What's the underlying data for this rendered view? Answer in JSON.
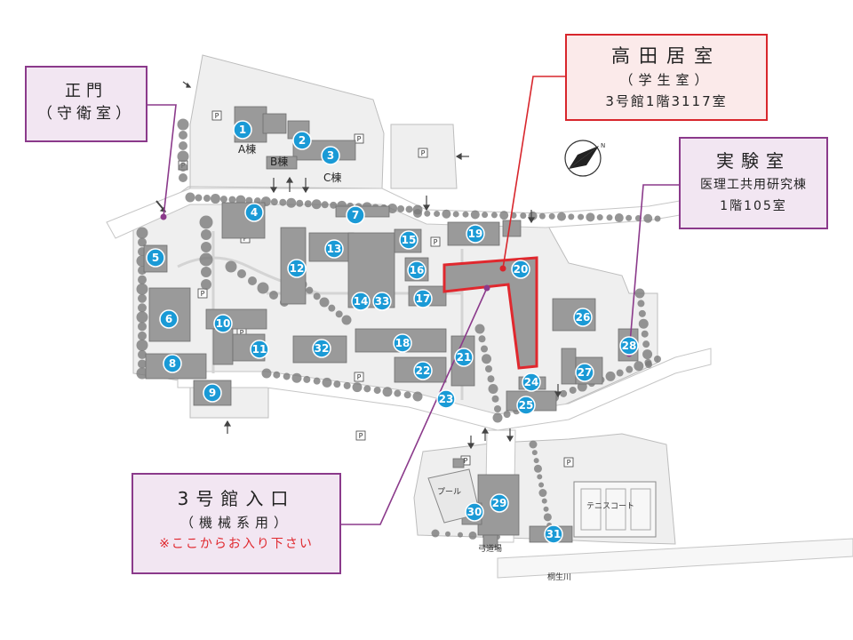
{
  "callouts": {
    "main_gate": {
      "line1": "正門",
      "line2": "（守衛室）"
    },
    "office": {
      "line1": "高田居室",
      "line2": "（学生室）",
      "line3": "3号館1階3117室"
    },
    "lab": {
      "line1": "実験室",
      "line2": "医理工共用研究棟",
      "line3": "1階105室"
    },
    "entrance": {
      "line1": "3号館入口",
      "line2": "（機械系用）",
      "line3": "※ここからお入り下さい"
    }
  },
  "building_labels": {
    "a": "A棟",
    "b": "B棟",
    "c": "C棟"
  },
  "area_labels": {
    "pool": "プール",
    "tennis": "テニスコート",
    "archery": "弓道場",
    "river": "桐生川"
  },
  "parking_label": "P",
  "compass_label": "N",
  "colors": {
    "marker": "#1a9ad6",
    "office_highlight": "#e0282e",
    "callout_purple": "#8b3a8b",
    "building": "#9a9a9a",
    "tree": "#7a7a7a"
  },
  "markers": [
    "1",
    "2",
    "3",
    "4",
    "5",
    "6",
    "7",
    "8",
    "9",
    "10",
    "11",
    "12",
    "13",
    "14",
    "15",
    "16",
    "17",
    "18",
    "19",
    "20",
    "21",
    "22",
    "23",
    "24",
    "25",
    "26",
    "27",
    "28",
    "29",
    "30",
    "31",
    "32",
    "33"
  ]
}
